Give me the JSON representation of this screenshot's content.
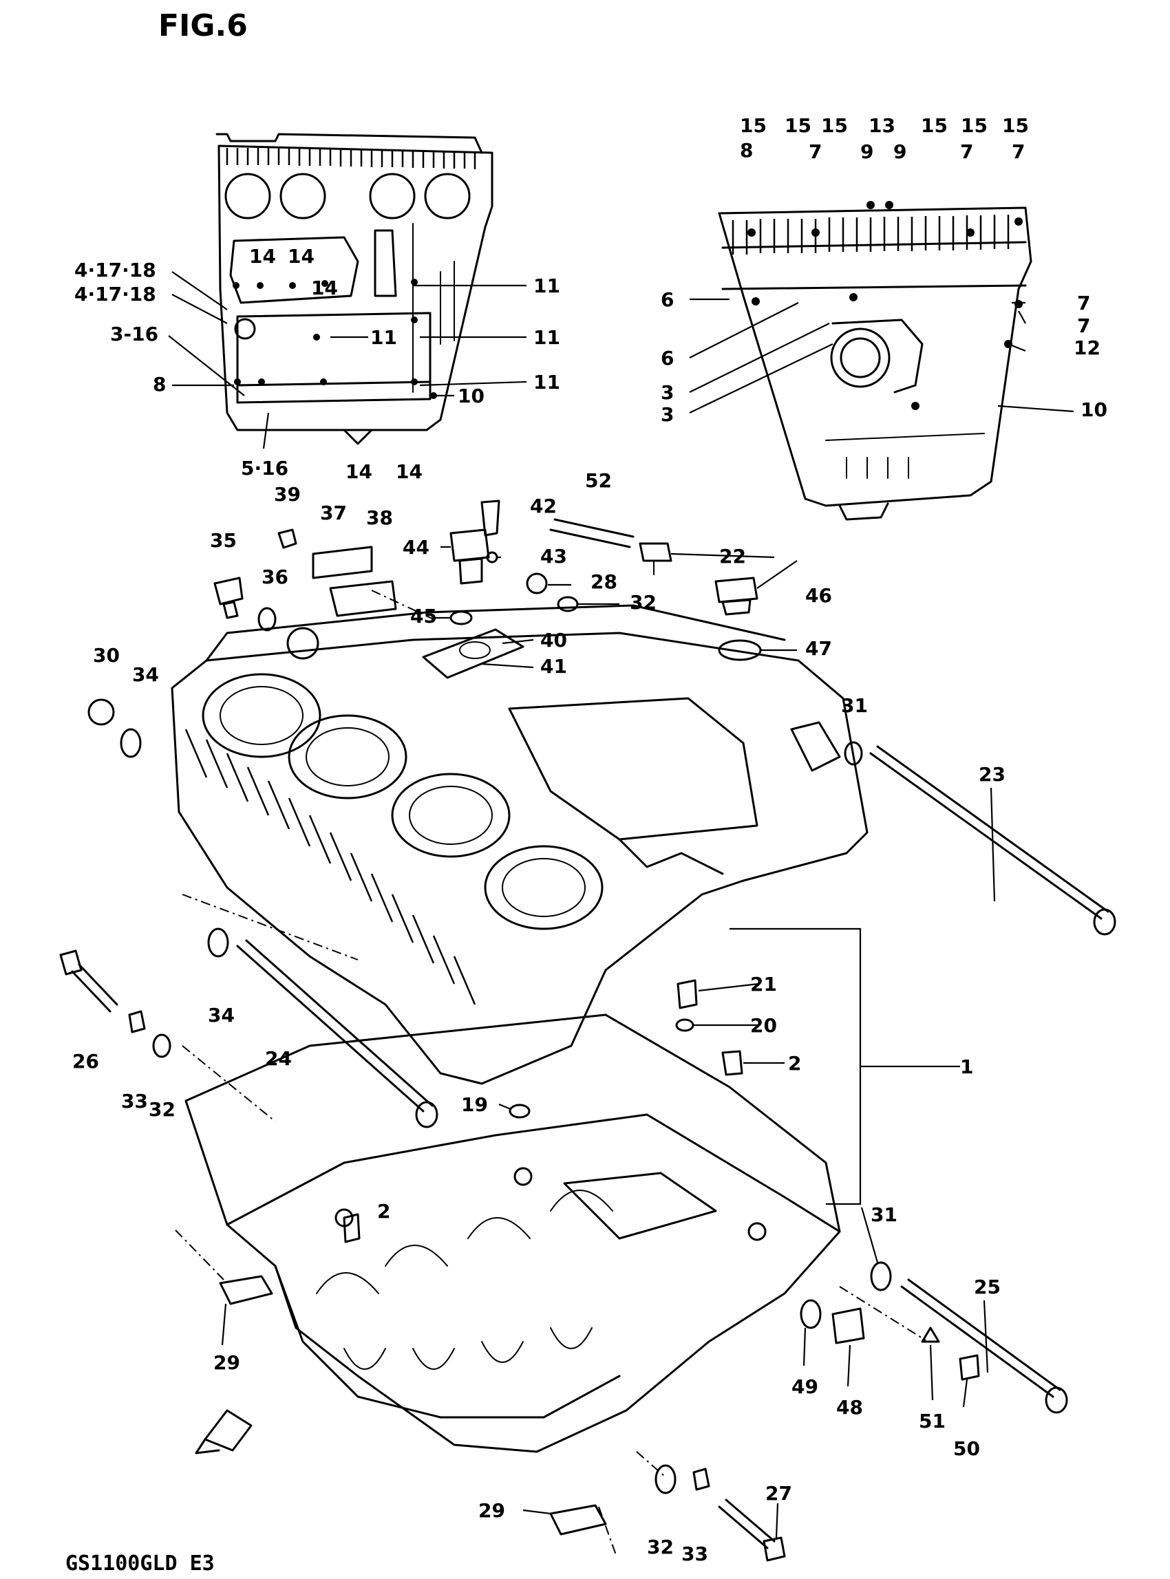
{
  "figure": {
    "title": "FIG.6",
    "model_code": "GS1100GLD E3"
  },
  "callouts": [
    {
      "id": "c-4-17-18-a",
      "text": "4·17·18"
    },
    {
      "id": "c-4-17-18-b",
      "text": "4·17·18"
    },
    {
      "id": "c-3-16",
      "text": "3-16"
    },
    {
      "id": "c-8-left",
      "text": "8"
    },
    {
      "id": "c-5-16",
      "text": "5·16"
    },
    {
      "id": "c-14-a",
      "text": "14"
    },
    {
      "id": "c-14-b",
      "text": "14"
    },
    {
      "id": "c-14-c",
      "text": "14"
    },
    {
      "id": "c-14-d",
      "text": "14"
    },
    {
      "id": "c-14-e",
      "text": "14"
    },
    {
      "id": "c-11-a",
      "text": "11"
    },
    {
      "id": "c-11-b",
      "text": "11"
    },
    {
      "id": "c-11-c",
      "text": "11"
    },
    {
      "id": "c-11-d",
      "text": "11"
    },
    {
      "id": "c-10-left",
      "text": "10"
    },
    {
      "id": "c-15-a",
      "text": "15"
    },
    {
      "id": "c-15-b",
      "text": "15"
    },
    {
      "id": "c-15-c",
      "text": "15"
    },
    {
      "id": "c-13",
      "text": "13"
    },
    {
      "id": "c-15-d",
      "text": "15"
    },
    {
      "id": "c-15-e",
      "text": "15"
    },
    {
      "id": "c-15-f",
      "text": "15"
    },
    {
      "id": "c-8-right",
      "text": "8"
    },
    {
      "id": "c-7-a",
      "text": "7"
    },
    {
      "id": "c-9-a",
      "text": "9"
    },
    {
      "id": "c-9-b",
      "text": "9"
    },
    {
      "id": "c-7-b",
      "text": "7"
    },
    {
      "id": "c-7-c",
      "text": "7"
    },
    {
      "id": "c-6-a",
      "text": "6"
    },
    {
      "id": "c-6-b",
      "text": "6"
    },
    {
      "id": "c-3-a",
      "text": "3"
    },
    {
      "id": "c-3-b",
      "text": "3"
    },
    {
      "id": "c-7-d",
      "text": "7"
    },
    {
      "id": "c-7-e",
      "text": "7"
    },
    {
      "id": "c-12",
      "text": "12"
    },
    {
      "id": "c-10-right",
      "text": "10"
    },
    {
      "id": "c-39",
      "text": "39"
    },
    {
      "id": "c-37",
      "text": "37"
    },
    {
      "id": "c-38",
      "text": "38"
    },
    {
      "id": "c-35",
      "text": "35"
    },
    {
      "id": "c-36",
      "text": "36"
    },
    {
      "id": "c-42",
      "text": "42"
    },
    {
      "id": "c-52",
      "text": "52"
    },
    {
      "id": "c-44",
      "text": "44"
    },
    {
      "id": "c-43",
      "text": "43"
    },
    {
      "id": "c-22",
      "text": "22"
    },
    {
      "id": "c-28",
      "text": "28"
    },
    {
      "id": "c-32-top",
      "text": "32"
    },
    {
      "id": "c-46",
      "text": "46"
    },
    {
      "id": "c-45",
      "text": "45"
    },
    {
      "id": "c-40",
      "text": "40"
    },
    {
      "id": "c-47",
      "text": "47"
    },
    {
      "id": "c-41",
      "text": "41"
    },
    {
      "id": "c-30",
      "text": "30"
    },
    {
      "id": "c-34-top",
      "text": "34"
    },
    {
      "id": "c-31-top",
      "text": "31"
    },
    {
      "id": "c-23",
      "text": "23"
    },
    {
      "id": "c-21",
      "text": "21"
    },
    {
      "id": "c-20",
      "text": "20"
    },
    {
      "id": "c-2-right",
      "text": "2"
    },
    {
      "id": "c-1",
      "text": "1"
    },
    {
      "id": "c-34-mid",
      "text": "34"
    },
    {
      "id": "c-26",
      "text": "26"
    },
    {
      "id": "c-24",
      "text": "24"
    },
    {
      "id": "c-33-left",
      "text": "33"
    },
    {
      "id": "c-32-left",
      "text": "32"
    },
    {
      "id": "c-19",
      "text": "19"
    },
    {
      "id": "c-2-mid",
      "text": "2"
    },
    {
      "id": "c-31-bottom",
      "text": "31"
    },
    {
      "id": "c-25",
      "text": "25"
    },
    {
      "id": "c-29-left",
      "text": "29"
    },
    {
      "id": "c-49",
      "text": "49"
    },
    {
      "id": "c-48",
      "text": "48"
    },
    {
      "id": "c-51",
      "text": "51"
    },
    {
      "id": "c-50",
      "text": "50"
    },
    {
      "id": "c-27",
      "text": "27"
    },
    {
      "id": "c-29-bottom",
      "text": "29"
    },
    {
      "id": "c-32-bottom",
      "text": "32"
    },
    {
      "id": "c-33-bottom",
      "text": "33"
    }
  ]
}
